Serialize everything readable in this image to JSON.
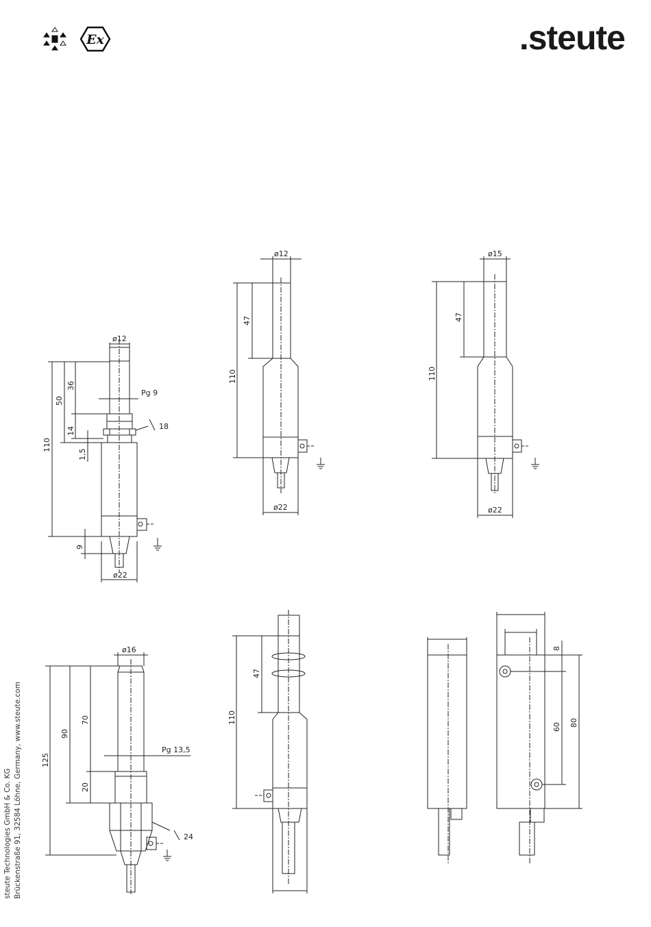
{
  "header": {
    "brand": ".steute",
    "ex_mark": "Ex"
  },
  "footer": {
    "line1": "steute Technologies GmbH & Co. KG",
    "line2": "Brückenstraße 91, 32584 Löhne, Germany, www.steute.com"
  },
  "drawings": {
    "d1": {
      "diameter_top": "ø12",
      "thread": "Pg 9",
      "wrench": "18",
      "diameter_bottom": "ø22",
      "dim_110": "110",
      "dim_50": "50",
      "dim_36": "36",
      "dim_14": "14",
      "dim_1_5": "1,5",
      "dim_9": "9"
    },
    "d2": {
      "diameter_top": "ø12",
      "diameter_bottom": "ø22",
      "dim_110": "110",
      "dim_47": "47"
    },
    "d3": {
      "diameter_top": "ø15",
      "diameter_bottom": "ø22",
      "dim_110": "110",
      "dim_47": "47"
    },
    "d4": {
      "diameter_top": "ø16",
      "thread": "Pg 13,5",
      "wrench": "24",
      "dim_125": "125",
      "dim_90": "90",
      "dim_70": "70",
      "dim_20": "20"
    },
    "d5": {
      "dim_110": "110",
      "dim_47": "47"
    },
    "d6": {
      "dim_8": "8",
      "dim_60": "60",
      "dim_80": "80"
    }
  }
}
